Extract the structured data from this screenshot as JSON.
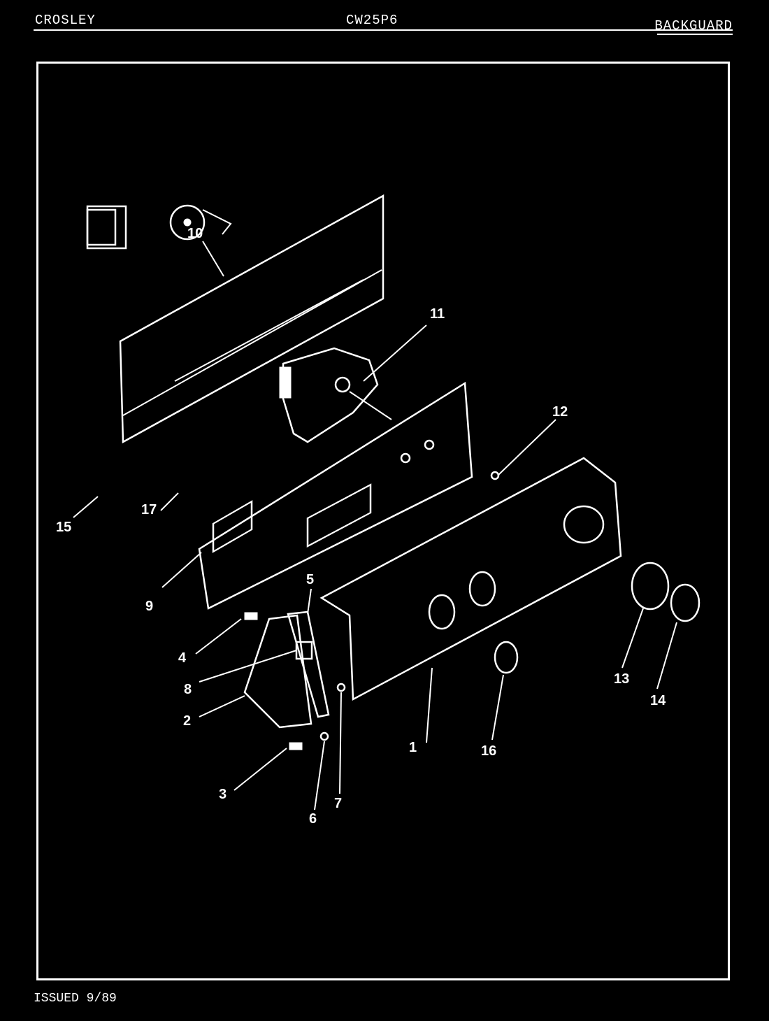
{
  "header": {
    "brand": "CROSLEY",
    "model": "CW25P6",
    "section": "BACKGUARD"
  },
  "footer": {
    "issued": "ISSUED 9/89"
  },
  "callouts": [
    "1",
    "2",
    "3",
    "4",
    "5",
    "6",
    "7",
    "8",
    "9",
    "10",
    "11",
    "12",
    "13",
    "14",
    "15",
    "16",
    "17"
  ],
  "colors": {
    "background": "#000000",
    "ink": "#ffffff"
  }
}
